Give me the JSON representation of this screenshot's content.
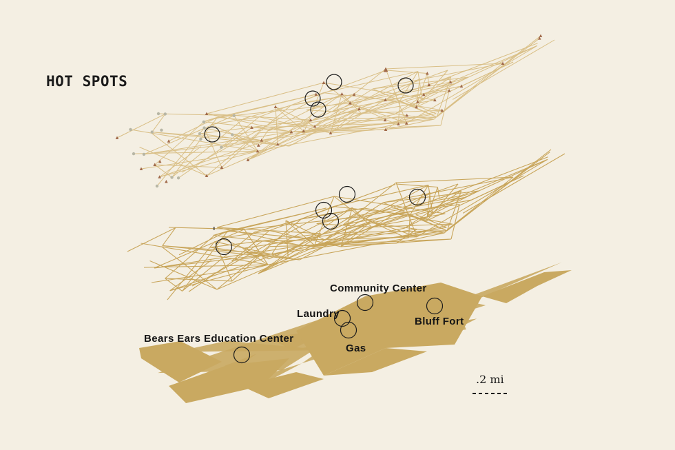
{
  "title": "HOT SPOTS",
  "colors": {
    "background": "#f4efe3",
    "network": "#c8a55a",
    "network_light": "#d9bf86",
    "fill": "#c9a961",
    "node_gray": "#b7b6a5",
    "node_rust": "#a0694a",
    "circle": "#1b1b1b"
  },
  "hotspots": [
    {
      "name": "Community Center"
    },
    {
      "name": "Laundry"
    },
    {
      "name": "Bluff Fort"
    },
    {
      "name": "Gas"
    },
    {
      "name": "Bears Ears Education Center"
    }
  ],
  "scale_bar": {
    "label": ".2 mi"
  }
}
